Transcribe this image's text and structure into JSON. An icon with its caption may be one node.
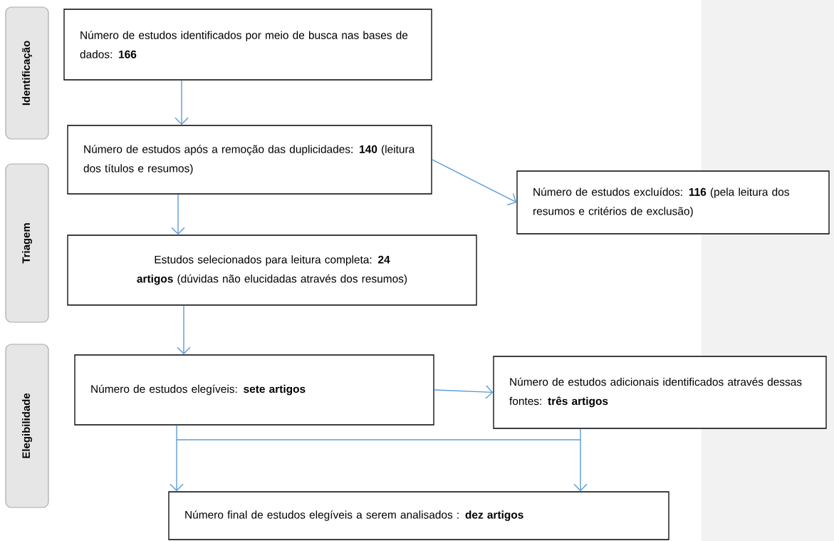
{
  "diagram": {
    "nodes": [
      {
        "text": [
          "Identificação"
        ]
      },
      {
        "text": [
          "Número de estudos identificados por meio de busca nas bases de dados: **166**"
        ]
      },
      {
        "text": [
          "Triagem"
        ]
      },
      {
        "text": [
          "Número de estudos após a remoção das duplicidades: **140** (leitura dos títulos e resumos)"
        ]
      },
      {
        "text": [
          "Número de estudos excluídos: **116** (pela leitura dos resumos e critérios de exclusão)"
        ]
      },
      {
        "text": [
          "Estudos selecionados para leitura completa: **24 artigos** (dúvidas não elucidadas através dos resumos)"
        ]
      },
      {
        "text": [
          "Elegibilidade"
        ]
      },
      {
        "text": [
          "Número de estudos elegíveis:  **sete artigos**"
        ]
      },
      {
        "text": [
          "Número de estudos adicionais identificados através dessas fontes: **três artigos**"
        ]
      },
      {
        "text": [
          "Número final de estudos elegíveis a serem analisados :  **dez artigos**"
        ]
      }
    ],
    "edges": [
      {
        "from": 1,
        "to": 3,
        "arrow": "to"
      },
      {
        "from": 3,
        "to": 4,
        "arrow": "to"
      },
      {
        "from": 3,
        "to": 5,
        "arrow": "to"
      },
      {
        "from": 5,
        "to": 7,
        "arrow": "to"
      },
      {
        "from": 7,
        "to": 8,
        "arrow": "to"
      },
      {
        "from": 7,
        "to": 9,
        "arrow": "to"
      },
      {
        "from": 8,
        "to": 9,
        "arrow": "to"
      }
    ]
  }
}
